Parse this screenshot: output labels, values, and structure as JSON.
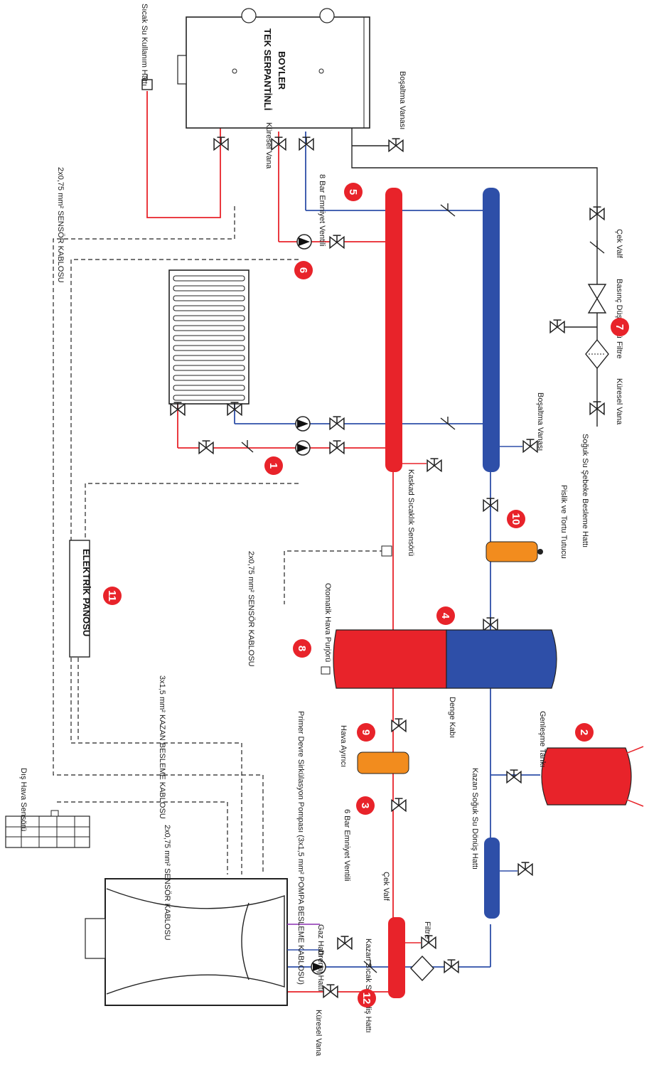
{
  "colors": {
    "hot": "#e8232a",
    "cold": "#2e4fa8",
    "accent_orange": "#f28c1e",
    "line": "#222222",
    "badge": "#e8232a"
  },
  "boiler_tank": {
    "title_line1": "TEK SERPANTİNLİ",
    "title_line2": "BOYLER"
  },
  "labels": {
    "hot_water_use": "Sıcak Su Kullanım Hattı",
    "drain_valve_top": "Boşaltma Vanası",
    "ball_valve_top": "Küresel Vana",
    "safety_valve_8bar": "8 Bar Emniyet Ventili",
    "sensor_cable_top": "2x0,75 mm² SENSÖR KABLOSU",
    "check_valve_right": "Çek Valf",
    "pressure_reducer": "Basınç Düşürücü",
    "filter_right": "Filtre",
    "ball_valve_right": "Küresel Vana",
    "cold_mains": "Soğuk Su Şebeke Besleme Hattı",
    "drain_valve_mid": "Boşaltma Vanası",
    "cascade_sensor": "Kaskad Sıcaklık Sensörü",
    "sensor_cable_mid": "2x0,75 mm² SENSÖR KABLOSU",
    "dirt_separator": "Pislik ve Tortu Tutucu",
    "electric_panel": "ELEKTRİK PANOSU",
    "auto_air_vent": "Otomatik Hava Purjörü",
    "buffer_tank": "Denge Kabı",
    "power_cable": "3x1,5 mm² KAZAN BESLEME KABLOSU",
    "air_separator": "Hava Ayırıcı",
    "primary_pump": "Primer Devre Sirkülasyon Pompası (3x1,5 mm² POMPA BESLEME KABLOSU)",
    "safety_valve_6bar": "6 Bar Emniyet Ventili",
    "check_valve_left": "Çek Valf",
    "filter_left": "Filtre",
    "cold_return": "Kazan Soğuk Su Dönüş Hattı",
    "expansion_tank": "Genleşme Tankı",
    "outdoor_sensor": "Dış Hava Sensörü",
    "sensor_cable_bottom": "2x0,75 mm² SENSÖR KABLOSU",
    "gas_line": "Gaz Hattı",
    "drain_line": "Drenaj Hattı",
    "hot_flow": "Kazan Sıcak Su Gidiş Hattı",
    "ball_valve_bottom": "Küresel Vana"
  },
  "badges": [
    "1",
    "2",
    "3",
    "4",
    "5",
    "6",
    "7",
    "8",
    "9",
    "10",
    "11",
    "12"
  ]
}
